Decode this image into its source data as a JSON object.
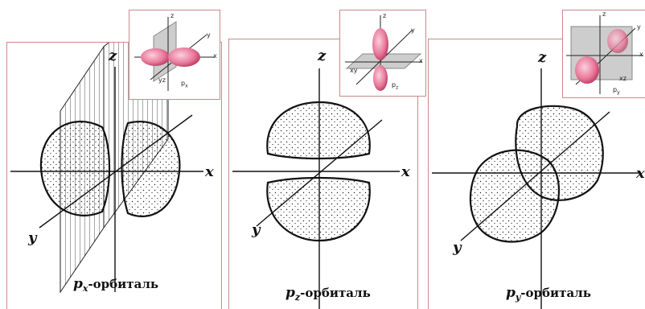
{
  "panels": [
    {
      "caption_letter": "p",
      "caption_sub": "x",
      "caption_rest": "-орбиталь",
      "axis_x": "x",
      "axis_y": "y",
      "axis_z": "z",
      "inset": {
        "z": "z",
        "y": "y",
        "x": "x",
        "plane": "yz",
        "name": "p",
        "name_sub": "x"
      }
    },
    {
      "caption_letter": "p",
      "caption_sub": "z",
      "caption_rest": "-орбиталь",
      "axis_x": "x",
      "axis_y": "y",
      "axis_z": "z",
      "inset": {
        "z": "z",
        "y": "y",
        "x": "x",
        "plane": "xy",
        "name": "p",
        "name_sub": "z"
      }
    },
    {
      "caption_letter": "p",
      "caption_sub": "y",
      "caption_rest": "-орбиталь",
      "axis_x": "x",
      "axis_y": "y",
      "axis_z": "z",
      "inset": {
        "z": "z",
        "y": "y",
        "x": "x",
        "plane": "xz",
        "name": "p",
        "name_sub": "y"
      }
    }
  ],
  "colors": {
    "lobe_pink": "#e8789a",
    "plane_gray": "#9a9a9a",
    "frame": "#c98a8a"
  }
}
